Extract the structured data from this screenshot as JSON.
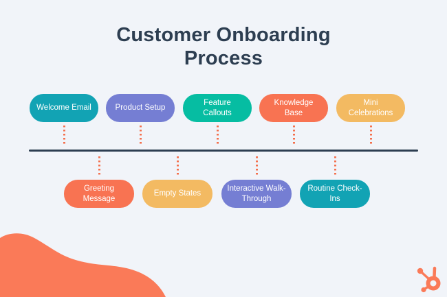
{
  "title": "Customer Onboarding Process",
  "colors": {
    "background": "#f1f4f9",
    "navy": "#2d3e51",
    "dot_orange": "#f4714e",
    "brand_orange": "#fa7a58"
  },
  "timeline": {
    "top_row": [
      {
        "label": "Welcome Email",
        "color": "#12a3b4"
      },
      {
        "label": "Product Setup",
        "color": "#757ed3"
      },
      {
        "label": "Feature Callouts",
        "color": "#06bda2"
      },
      {
        "label": "Knowledge Base",
        "color": "#f87352"
      },
      {
        "label": "Mini Celebrations",
        "color": "#f3ba62"
      }
    ],
    "bottom_row": [
      {
        "label": "Greeting Message",
        "color": "#f87352"
      },
      {
        "label": "Empty States",
        "color": "#f3ba62"
      },
      {
        "label": "Interactive Walk-Through",
        "color": "#757ed3"
      },
      {
        "label": "Routine Check-Ins",
        "color": "#12a3b4"
      }
    ]
  },
  "branding": {
    "logo_icon": "hubspot-sprocket-icon"
  }
}
